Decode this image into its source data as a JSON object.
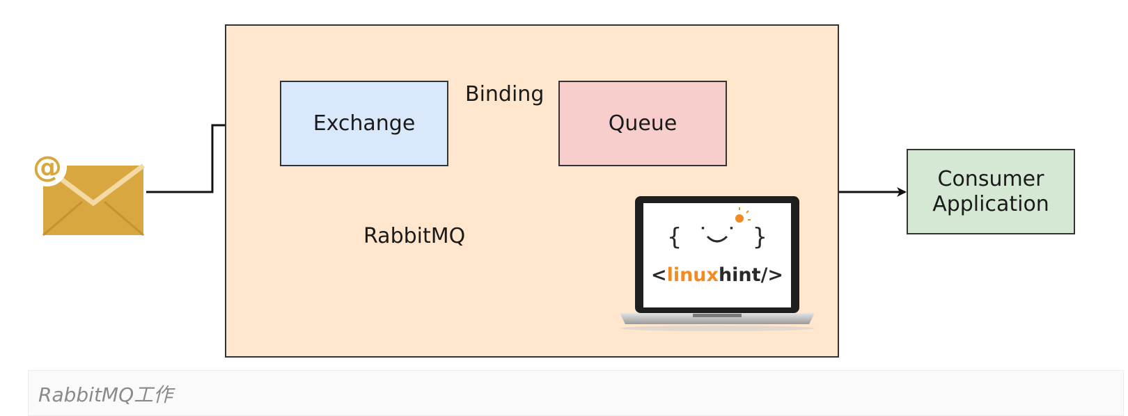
{
  "diagram": {
    "rabbitmq_label": "RabbitMQ",
    "exchange_label": "Exchange",
    "queue_label": "Queue",
    "binding_label": "Binding",
    "consumer_line1": "Consumer",
    "consumer_line2": "Application",
    "email_icon_glyph": "@",
    "icons": [
      "email-icon",
      "laptop-icon"
    ]
  },
  "logo": {
    "brace_text": "{ ˙ ˙ }",
    "lt": "<",
    "linux": "linux",
    "hint": "hint",
    "end": "/>"
  },
  "caption": {
    "text": "RabbitMQ工作"
  },
  "colors": {
    "rabbitmq_fill": "#ffe6cc",
    "exchange_fill": "#dae8fc",
    "queue_fill": "#f8cecc",
    "consumer_fill": "#d5e8d4",
    "envelope": "#d9a73f",
    "logo_orange": "#f28b22"
  }
}
